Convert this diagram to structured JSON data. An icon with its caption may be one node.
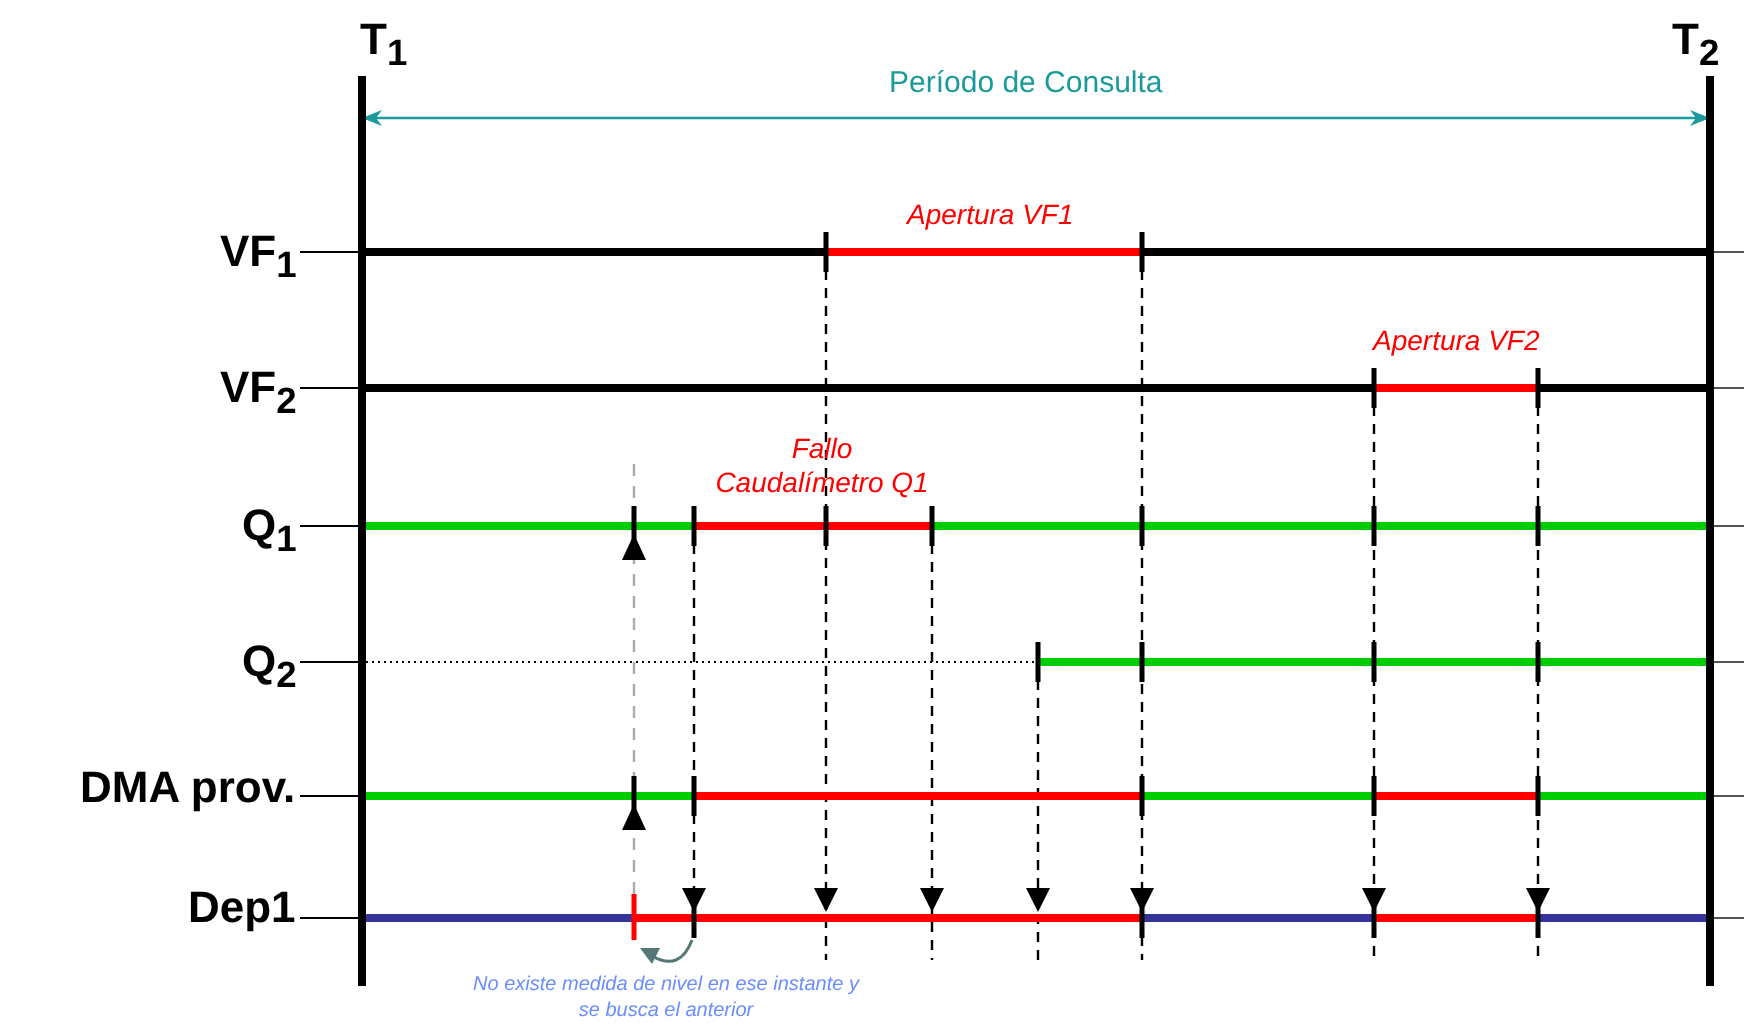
{
  "diagram": {
    "labels": [
      "T$_{1}$",
      "T$_{2}$",
      "Período de Consulta",
      "VF$_{1}$",
      "Apertura VF1",
      "VF$_{2}$",
      "Apertura VF2",
      "Fallo Caudalímetro Q1",
      "Q$_{1}$",
      "Q$_{2}$",
      "DMA prov.",
      "Dep1",
      "No existe medida de nivel en ese instante y se busca el anterior"
    ]
  }
}
